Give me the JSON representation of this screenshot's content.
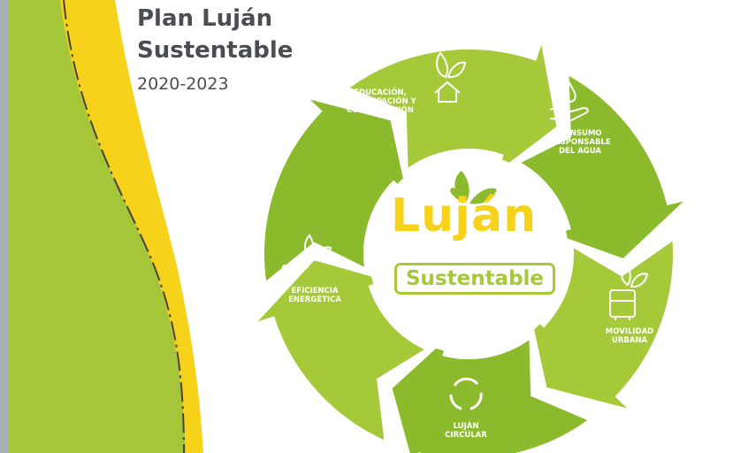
{
  "header": {
    "title_line1": "Plan Luján",
    "title_line2": "Sustentable",
    "years": "2020-2023"
  },
  "logo": {
    "word": "Luján",
    "subtitle": "Sustentable"
  },
  "cycle": [
    {
      "label": "EDUCACIÓN,\nPARTICIPACIÓN Y\nCOMUNICACIÓN",
      "icon": "leaf-house-icon"
    },
    {
      "label": "CONSUMO\nRESPONSABLE\nDEL AGUA",
      "icon": "water-hand-icon"
    },
    {
      "label": "MOVILIDAD\nURBANA",
      "icon": "bus-leaf-icon"
    },
    {
      "label": "LUJÁN\nCIRCULAR",
      "icon": "recycle-icon"
    },
    {
      "label": "EFICIENCIA\nENERGÉTICA",
      "icon": "plug-leaf-icon"
    }
  ],
  "colors": {
    "green": "#a6c93a",
    "dark_green": "#8bbb2c",
    "yellow": "#f7d21a",
    "grey": "#4a4d52"
  }
}
